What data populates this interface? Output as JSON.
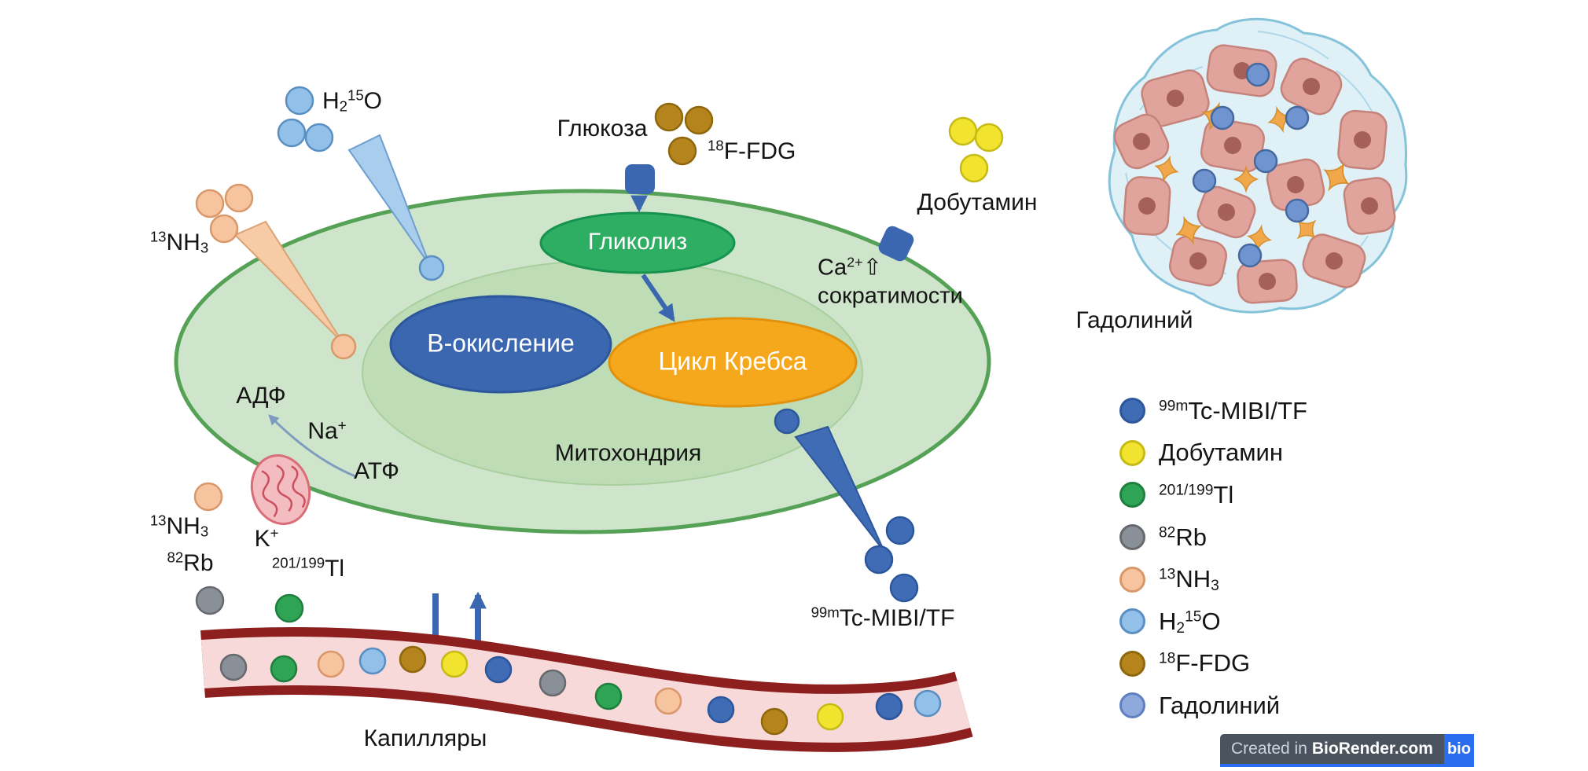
{
  "palette": {
    "tc": "#3f6cb4",
    "dobutamine": "#f2e42e",
    "tl": "#2fa455",
    "rb": "#8a9097",
    "nh3": "#f6c59f",
    "h2o": "#92c0e8",
    "fdg": "#b5841c",
    "gadolinium": "#8fa9dd",
    "cell_fill": "#cfe5cb",
    "cell_stroke": "#55a257",
    "mitochondria_fill": "#bedcb5",
    "glycolysis": "#2eae63",
    "b_oxidation": "#3a67b0",
    "krebs": "#f6a81c",
    "arrow": "#3a67b0",
    "transporter": "#3a67b0",
    "funnel_h2o": "#a9cdec",
    "funnel_nh3": "#f7cba6",
    "funnel_tc": "#3f6cb4",
    "capillary_wall": "#8e1f1f",
    "capillary_lumen": "#f6d9d8",
    "pump": "#f3bcc0",
    "tissue_fill": "#dff0f7",
    "tissue_stroke": "#85c3da",
    "tissue_cell": "#e0a49d",
    "tissue_nucleus": "#a5605b",
    "tissue_orange": "#f0a84a",
    "tissue_dot": "#6f94cf"
  },
  "labels": {
    "glucose": "Глюкоза",
    "glycolysis": "Гликолиз",
    "b_oxidation": "В-окисление",
    "krebs": "Цикл Кребса",
    "mitochondria": "Митохондрия",
    "adp": "АДФ",
    "atp": "АТФ",
    "dobutamine": "Добутамин",
    "contractility": "сократимости",
    "capillaries": "Капилляры",
    "gadolinium": "Гадолиний"
  },
  "formulas": {
    "h2o": [
      {
        "t": "n",
        "v": "H"
      },
      {
        "t": "sub",
        "v": "2"
      },
      {
        "t": "sup",
        "v": "15"
      },
      {
        "t": "n",
        "v": "O"
      }
    ],
    "nh3": [
      {
        "t": "sup",
        "v": "13"
      },
      {
        "t": "n",
        "v": "NH"
      },
      {
        "t": "sub",
        "v": "3"
      }
    ],
    "fdg": [
      {
        "t": "sup",
        "v": "18"
      },
      {
        "t": "n",
        "v": "F-FDG"
      }
    ],
    "tc": [
      {
        "t": "sup",
        "v": "99m"
      },
      {
        "t": "n",
        "v": "Tc-MIBI/TF"
      }
    ],
    "tl": [
      {
        "t": "sup",
        "v": "201/199"
      },
      {
        "t": "n",
        "v": "Tl"
      }
    ],
    "rb": [
      {
        "t": "sup",
        "v": "82"
      },
      {
        "t": "n",
        "v": "Rb"
      }
    ],
    "na": [
      {
        "t": "n",
        "v": "Na"
      },
      {
        "t": "sup",
        "v": "+"
      }
    ],
    "k": [
      {
        "t": "n",
        "v": "K"
      },
      {
        "t": "sup",
        "v": "+"
      }
    ],
    "ca": [
      {
        "t": "n",
        "v": "Ca"
      },
      {
        "t": "sup",
        "v": "2+"
      },
      {
        "t": "n",
        "v": "⇧"
      }
    ]
  },
  "legend": {
    "items": [
      {
        "id": "tc-mibi",
        "color": "#3f6cb4",
        "border": "#2d579c",
        "formula": [
          {
            "t": "sup",
            "v": "99m"
          },
          {
            "t": "n",
            "v": "Tc-MIBI/TF"
          }
        ]
      },
      {
        "id": "dobutamine",
        "color": "#f2e42e",
        "border": "#c6bb16",
        "formula": [
          {
            "t": "n",
            "v": "Добутамин"
          }
        ]
      },
      {
        "id": "tl",
        "color": "#2fa455",
        "border": "#1f7f3e",
        "formula": [
          {
            "t": "sup",
            "v": "201/199"
          },
          {
            "t": "n",
            "v": "Tl"
          }
        ]
      },
      {
        "id": "rb",
        "color": "#8a9097",
        "border": "#66696d",
        "formula": [
          {
            "t": "sup",
            "v": "82"
          },
          {
            "t": "n",
            "v": "Rb"
          }
        ]
      },
      {
        "id": "nh3",
        "color": "#f6c59f",
        "border": "#d9976a",
        "formula": [
          {
            "t": "sup",
            "v": "13"
          },
          {
            "t": "n",
            "v": "NH"
          },
          {
            "t": "sub",
            "v": "3"
          }
        ]
      },
      {
        "id": "h2o",
        "color": "#92c0e8",
        "border": "#5a8fc4",
        "formula": [
          {
            "t": "n",
            "v": "H"
          },
          {
            "t": "sub",
            "v": "2"
          },
          {
            "t": "sup",
            "v": "15"
          },
          {
            "t": "n",
            "v": "O"
          }
        ]
      },
      {
        "id": "fdg",
        "color": "#b5841c",
        "border": "#8f680e",
        "formula": [
          {
            "t": "sup",
            "v": "18"
          },
          {
            "t": "n",
            "v": "F-FDG"
          }
        ]
      },
      {
        "id": "gadolinium",
        "color": "#8fa9dd",
        "border": "#5f7fc0",
        "formula": [
          {
            "t": "n",
            "v": "Гадолиний"
          }
        ]
      }
    ]
  },
  "badge": {
    "prefix": "Created in",
    "brand": "BioRender.com",
    "logo": "bio"
  }
}
